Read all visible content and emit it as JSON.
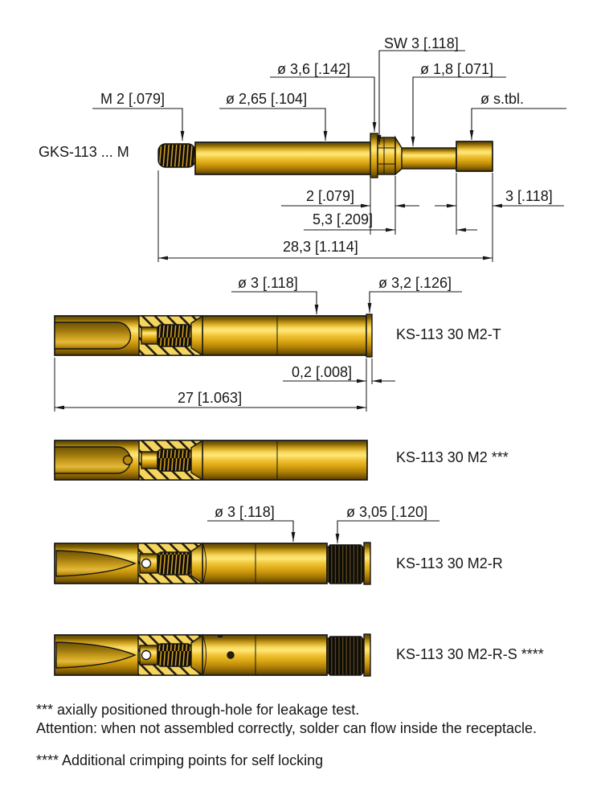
{
  "page": {
    "background": "#ffffff"
  },
  "drawings": {
    "gks": {
      "name": "GKS-113 ... M",
      "dims": {
        "m2": "M 2 [.079]",
        "d265": "ø 2,65 [.104]",
        "d36": "ø 3,6 [.142]",
        "sw3": "SW 3 [.118]",
        "d18": "ø 1,8 [.071]",
        "dstbl": "ø s.tbl.",
        "len2": "2 [.079]",
        "len53": "5,3 [.209]",
        "len3": "3 [.118]",
        "len283": "28,3 [1.114]"
      }
    },
    "m2t": {
      "name": "KS-113 30 M2-T",
      "dims": {
        "d3": "ø 3 [.118]",
        "d32": "ø 3,2 [.126]",
        "len02": "0,2 [.008]",
        "len27": "27 [1.063]"
      }
    },
    "m2": {
      "name": "KS-113 30 M2 ***"
    },
    "m2r": {
      "name": "KS-113 30 M2-R",
      "dims": {
        "d3": "ø 3 [.118]",
        "d305": "ø 3,05 [.120]"
      }
    },
    "m2rs": {
      "name": "KS-113 30 M2-R-S ****"
    }
  },
  "footnotes": {
    "leakage": "*** axially positioned through-hole for leakage test.",
    "attention": "Attention: when not assembled correctly, solder can flow inside the receptacle.",
    "crimping": "**** Additional crimping points for self locking"
  },
  "colors": {
    "gold_highlight": "#ffe678",
    "gold_mid": "#f0c436",
    "gold_dark": "#7d5a02",
    "outline": "#161616"
  }
}
